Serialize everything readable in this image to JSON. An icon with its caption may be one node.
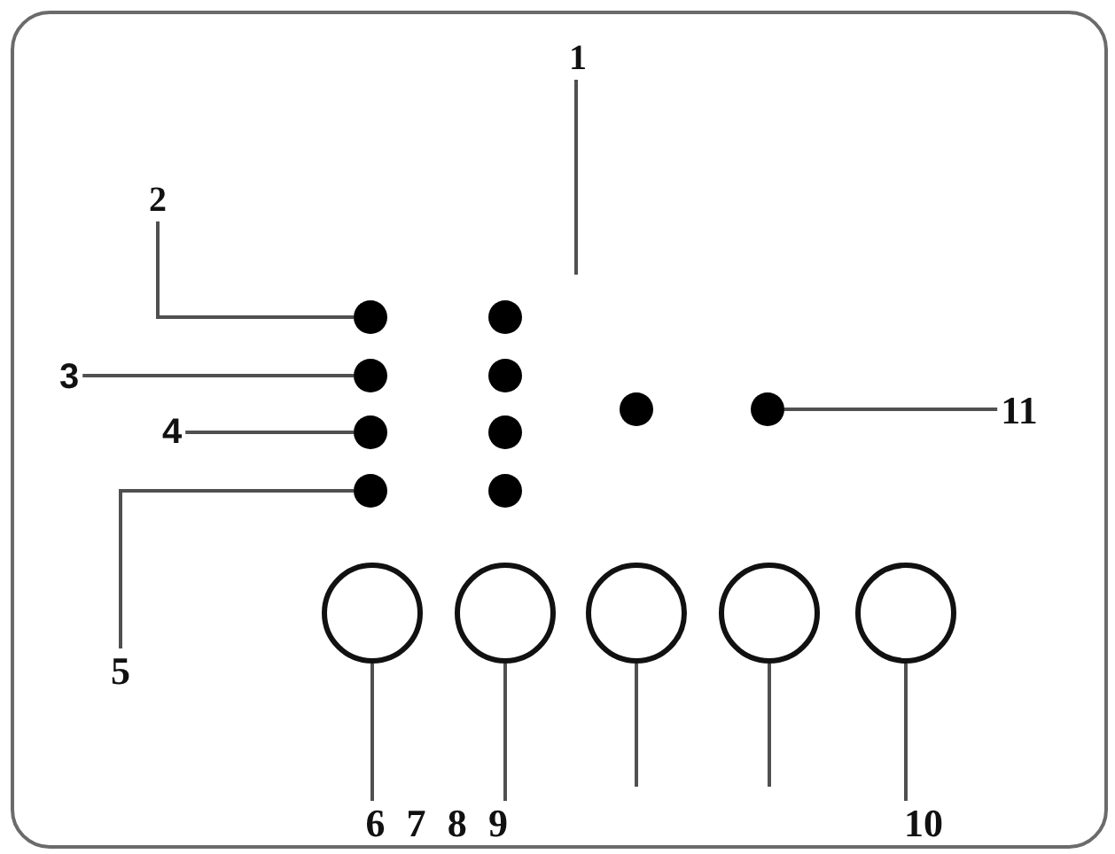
{
  "diagram": {
    "nodes": [
      {
        "text": [
          "1"
        ]
      },
      {
        "text": [
          "2"
        ]
      },
      {
        "text": [
          "3"
        ]
      },
      {
        "text": [
          "4"
        ]
      },
      {
        "text": [
          "5"
        ]
      },
      {
        "text": [
          "11"
        ]
      },
      {
        "text": [
          "6 7 8 9"
        ]
      },
      {
        "text": [
          "10"
        ]
      },
      {
        "text": [],
        "shape": "dot"
      },
      {
        "text": [],
        "shape": "dot"
      },
      {
        "text": [],
        "shape": "dot"
      },
      {
        "text": [],
        "shape": "dot"
      },
      {
        "text": [],
        "shape": "dot"
      },
      {
        "text": [],
        "shape": "dot"
      },
      {
        "text": [],
        "shape": "dot"
      },
      {
        "text": [],
        "shape": "dot"
      },
      {
        "text": [],
        "shape": "dot"
      },
      {
        "text": [],
        "shape": "dot"
      },
      {
        "text": [],
        "shape": "circle"
      },
      {
        "text": [],
        "shape": "circle"
      },
      {
        "text": [],
        "shape": "circle"
      },
      {
        "text": [],
        "shape": "circle"
      },
      {
        "text": [],
        "shape": "circle"
      }
    ],
    "edges": [
      {
        "from": 0,
        "to": null,
        "arrow": "none"
      },
      {
        "from": 1,
        "to": 8,
        "arrow": "none"
      },
      {
        "from": 2,
        "to": 9,
        "arrow": "none"
      },
      {
        "from": 3,
        "to": 10,
        "arrow": "none"
      },
      {
        "from": 4,
        "to": 11,
        "arrow": "none"
      },
      {
        "from": 5,
        "to": 17,
        "arrow": "none"
      },
      {
        "from": 6,
        "to": 18,
        "arrow": "none"
      },
      {
        "from": 6,
        "to": 19,
        "arrow": "none"
      },
      {
        "from": null,
        "to": 20,
        "arrow": "none"
      },
      {
        "from": null,
        "to": 21,
        "arrow": "none"
      },
      {
        "from": 7,
        "to": 22,
        "arrow": "none"
      }
    ]
  }
}
